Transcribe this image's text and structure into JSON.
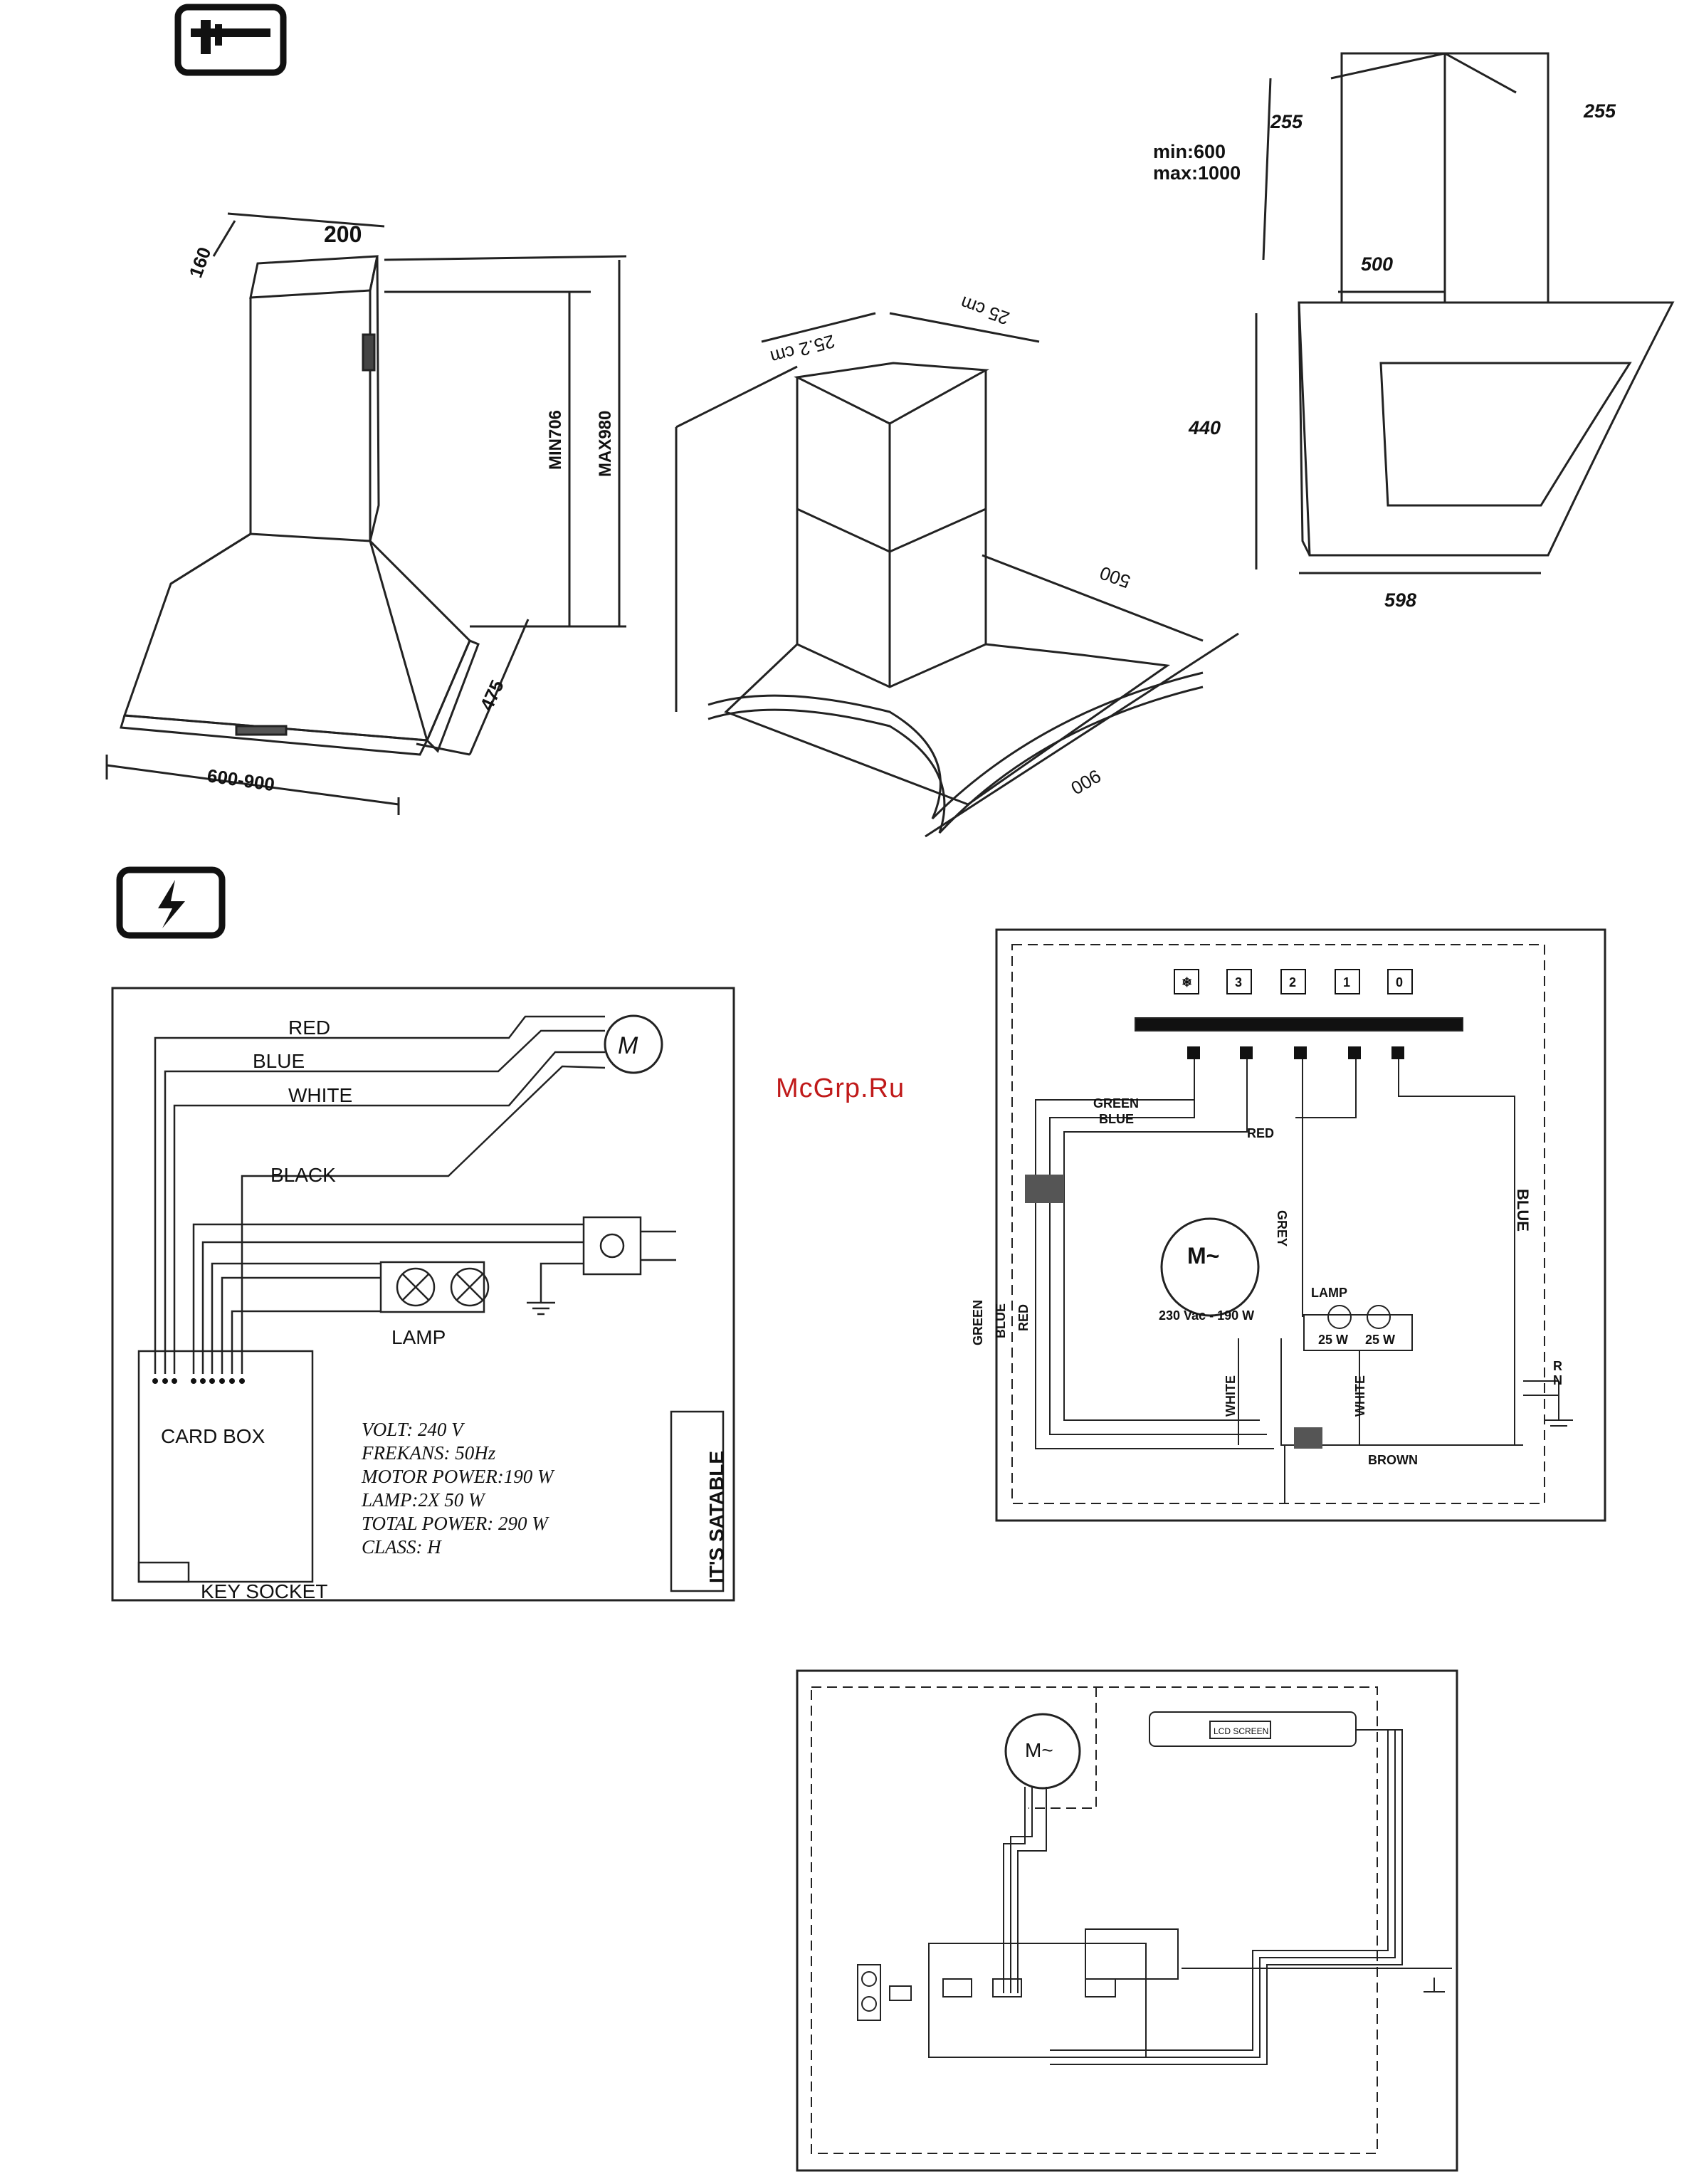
{
  "watermark": "McGrp.Ru",
  "dimensions_icon": "caliper-icon",
  "electrical_icon": "lightning-icon",
  "hood_pyramid": {
    "top_width": "200",
    "top_depth": "160",
    "min_height": "MIN706",
    "max_height": "MAX980",
    "depth": "475",
    "width": "600-900"
  },
  "hood_glass": {
    "chimney_a": "25.2 cm",
    "chimney_b": "25 cm",
    "depth": "500",
    "width": "900"
  },
  "hood_angled": {
    "chimney_left": "255",
    "chimney_right": "255",
    "min": "min:600",
    "max": "max:1000",
    "chimney_width": "500",
    "height": "440",
    "width": "598"
  },
  "wiring_basic": {
    "wires": [
      "RED",
      "BLUE",
      "WHITE",
      "BLACK"
    ],
    "motor": "M",
    "lamp_label": "LAMP",
    "card_box": "CARD BOX",
    "key_socket": "KEY SOCKET",
    "specs": [
      "VOLT: 240 V",
      "FREKANS: 50Hz",
      "MOTOR POWER:190 W",
      "LAMP:2X 50 W",
      "TOTAL POWER: 290 W",
      "CLASS: H"
    ],
    "side_note": "IT'S SATABLE"
  },
  "wiring_switch": {
    "buttons": [
      "❄",
      "3",
      "2",
      "1",
      "0"
    ],
    "labels": {
      "green": "GREEN",
      "blue": "BLUE",
      "red": "RED",
      "grey": "GREY",
      "blue_right": "BLUE",
      "motor": "M~",
      "motor_rating": "230 Vac - 190 W",
      "lamp": "LAMP",
      "lamp1": "25 W",
      "lamp2": "25 W",
      "white1": "WHITE",
      "white2": "WHITE",
      "brown": "BROWN",
      "r": "R",
      "n": "N",
      "v_green": "GREEN",
      "v_blue": "BLUE",
      "v_red": "RED"
    }
  },
  "wiring_lcd": {
    "motor": "M~",
    "lcd": "LCD SCREEN"
  }
}
